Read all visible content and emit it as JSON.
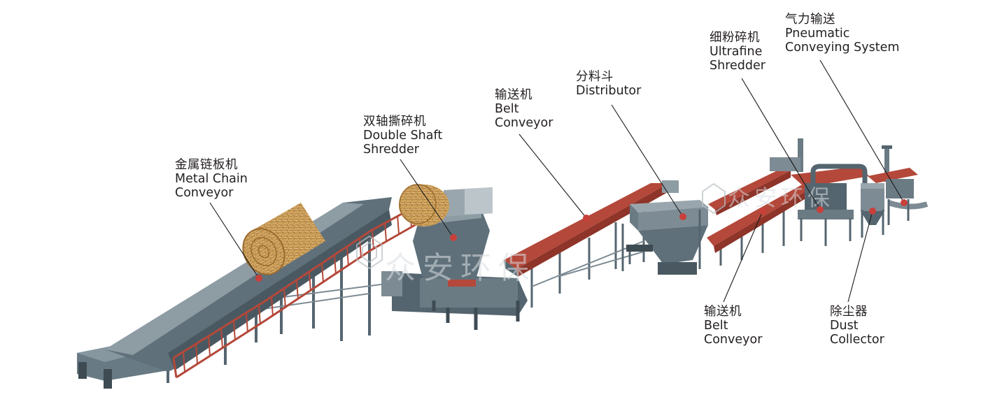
{
  "colors": {
    "steel": "#55656f",
    "steel_dark": "#3f4b53",
    "steel_light": "#7d8b94",
    "belt_red": "#b4483a",
    "belt_red_dark": "#8e3429",
    "marker": "#c8403a",
    "straw": "#cfa45d",
    "leader": "#1a1a1a"
  },
  "labels": [
    {
      "id": "metal-chain-conveyor",
      "zh": "金属链板机",
      "en": [
        "Metal Chain",
        "Conveyor"
      ]
    },
    {
      "id": "double-shaft-shredder",
      "zh": "双轴撕碎机",
      "en": [
        "Double Shaft",
        "Shredder"
      ]
    },
    {
      "id": "belt-conveyor-1",
      "zh": "输送机",
      "en": [
        "Belt",
        "Conveyor"
      ]
    },
    {
      "id": "distributor",
      "zh": "分料斗",
      "en": [
        "Distributor"
      ]
    },
    {
      "id": "ultrafine-shredder",
      "zh": "细粉碎机",
      "en": [
        "Ultrafine",
        "Shredder"
      ]
    },
    {
      "id": "pneumatic-conveying",
      "zh": "气力输送",
      "en": [
        "Pneumatic",
        "Conveying System"
      ]
    },
    {
      "id": "belt-conveyor-2",
      "zh": "输送机",
      "en": [
        "Belt",
        "Conveyor"
      ]
    },
    {
      "id": "dust-collector",
      "zh": "除尘器",
      "en": [
        "Dust",
        "Collector"
      ]
    }
  ],
  "watermark": "众安环保"
}
